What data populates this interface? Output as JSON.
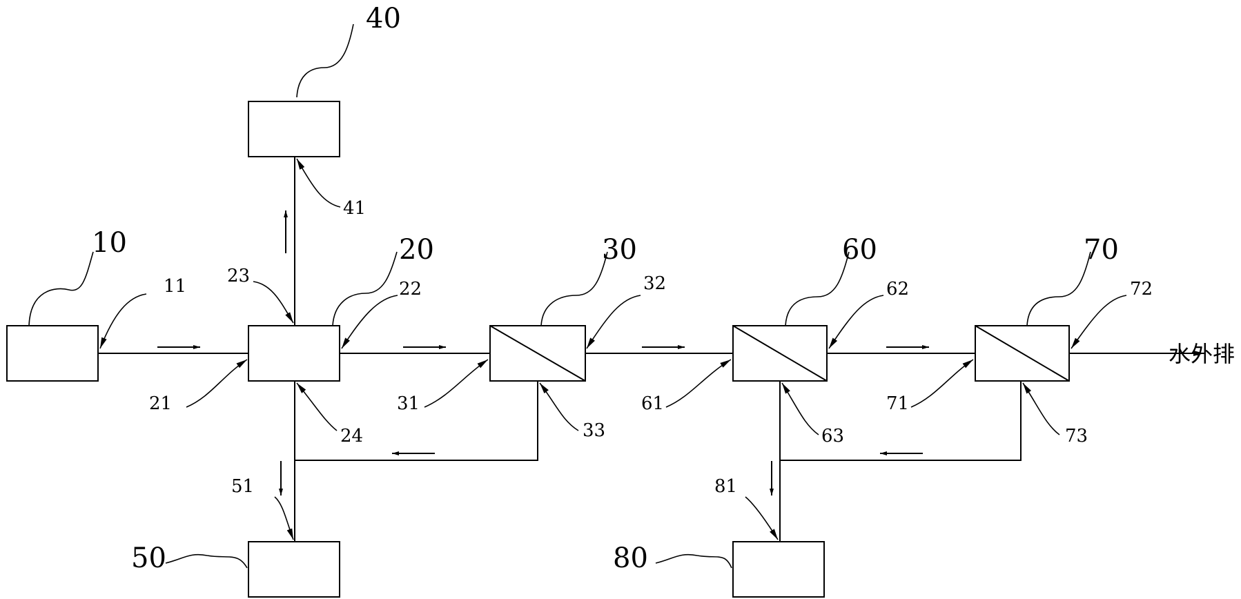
{
  "figure": {
    "units": {
      "u10": "10",
      "u20": "20",
      "u30": "30",
      "u40": "40",
      "u50": "50",
      "u60": "60",
      "u70": "70",
      "u80": "80"
    },
    "ports": {
      "p11": "11",
      "p21": "21",
      "p22": "22",
      "p23": "23",
      "p24": "24",
      "p31": "31",
      "p32": "32",
      "p33": "33",
      "p41": "41",
      "p51": "51",
      "p61": "61",
      "p62": "62",
      "p63": "63",
      "p71": "71",
      "p72": "72",
      "p73": "73",
      "p81": "81"
    },
    "outlet_label": "水外排"
  },
  "colors": {
    "line": "#000000",
    "background": "#ffffff"
  }
}
